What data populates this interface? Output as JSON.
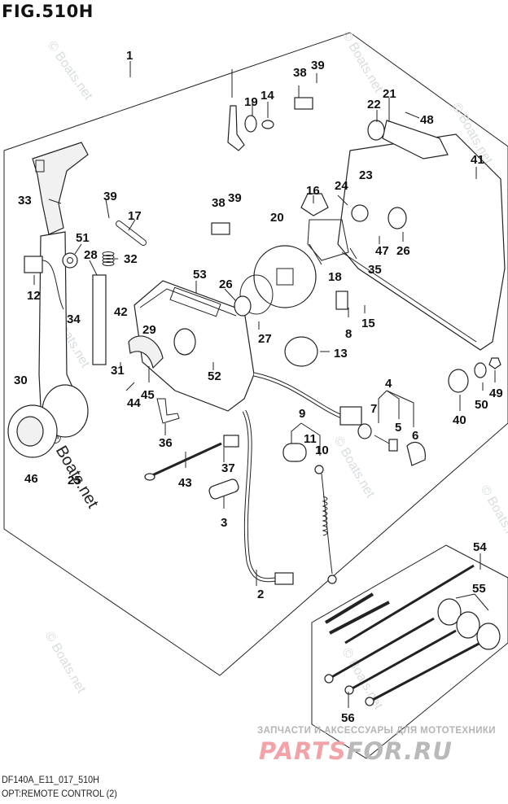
{
  "figure": {
    "title": "FIG.510H",
    "code": "DF140A_E11_017_510H",
    "caption": "OPT:REMOTE CONTROL (2)"
  },
  "watermark": {
    "text": "© Boats.net",
    "site_tagline": "ЗАПЧАСТИ И АКСЕССУАРЫ ДЛЯ МОТОТЕХНИКИ",
    "brand_part1": "PARTS",
    "brand_part2": "FOR.RU"
  },
  "callouts": [
    {
      "id": "1"
    },
    {
      "id": "2"
    },
    {
      "id": "3"
    },
    {
      "id": "4"
    },
    {
      "id": "5"
    },
    {
      "id": "6"
    },
    {
      "id": "7"
    },
    {
      "id": "8"
    },
    {
      "id": "9"
    },
    {
      "id": "10"
    },
    {
      "id": "11"
    },
    {
      "id": "12"
    },
    {
      "id": "13"
    },
    {
      "id": "14"
    },
    {
      "id": "15"
    },
    {
      "id": "16"
    },
    {
      "id": "17"
    },
    {
      "id": "18"
    },
    {
      "id": "19"
    },
    {
      "id": "20"
    },
    {
      "id": "21"
    },
    {
      "id": "22"
    },
    {
      "id": "23"
    },
    {
      "id": "24"
    },
    {
      "id": "25"
    },
    {
      "id": "26"
    },
    {
      "id": "26"
    },
    {
      "id": "27"
    },
    {
      "id": "28"
    },
    {
      "id": "29"
    },
    {
      "id": "30"
    },
    {
      "id": "31"
    },
    {
      "id": "32"
    },
    {
      "id": "33"
    },
    {
      "id": "34"
    },
    {
      "id": "35"
    },
    {
      "id": "36"
    },
    {
      "id": "37"
    },
    {
      "id": "38"
    },
    {
      "id": "38"
    },
    {
      "id": "39"
    },
    {
      "id": "39"
    },
    {
      "id": "39"
    },
    {
      "id": "40"
    },
    {
      "id": "41"
    },
    {
      "id": "42"
    },
    {
      "id": "43"
    },
    {
      "id": "44"
    },
    {
      "id": "45"
    },
    {
      "id": "46"
    },
    {
      "id": "47"
    },
    {
      "id": "48"
    },
    {
      "id": "49"
    },
    {
      "id": "50"
    },
    {
      "id": "51"
    },
    {
      "id": "52"
    },
    {
      "id": "53"
    },
    {
      "id": "54"
    },
    {
      "id": "55"
    },
    {
      "id": "56"
    }
  ]
}
